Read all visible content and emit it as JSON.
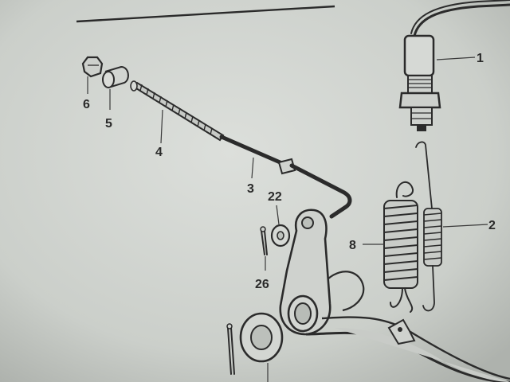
{
  "labels": {
    "l1": "1",
    "l2": "2",
    "l3": "3",
    "l4": "4",
    "l5": "5",
    "l6": "6",
    "l8": "8",
    "l22": "22",
    "l26": "26"
  },
  "colors": {
    "paper": "#cfd3cf",
    "ink": "#2b2b2b"
  }
}
